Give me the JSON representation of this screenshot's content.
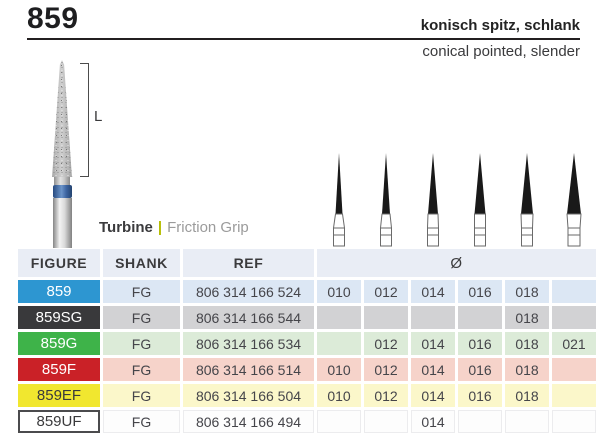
{
  "header": {
    "figure_number": "859",
    "name_de": "konisch spitz, schlank",
    "name_en": "conical pointed, slender"
  },
  "illustration": {
    "length_label": "L"
  },
  "grip": {
    "bold": "Turbine",
    "separator": "|",
    "light": "Friction Grip",
    "separator_color": "#b5bd00"
  },
  "table": {
    "headers": {
      "figure": "FIGURE",
      "shank": "SHANK",
      "ref": "REF",
      "diameter": "Ø"
    },
    "rows": [
      {
        "figure": "859",
        "shank": "FG",
        "ref": "806 314 166 524",
        "diameters": [
          "010",
          "012",
          "014",
          "016",
          "018",
          ""
        ],
        "colors": {
          "figure_bg": "#2d96d1",
          "figure_text": "#ffffff",
          "cell_bg": "#dce7f4"
        }
      },
      {
        "figure": "859SG",
        "shank": "FG",
        "ref": "806 314 166 544",
        "diameters": [
          "",
          "",
          "",
          "",
          "018",
          ""
        ],
        "colors": {
          "figure_bg": "#39393b",
          "figure_text": "#ffffff",
          "cell_bg": "#d2d2d4"
        }
      },
      {
        "figure": "859G",
        "shank": "FG",
        "ref": "806 314 166 534",
        "diameters": [
          "",
          "012",
          "014",
          "016",
          "018",
          "021"
        ],
        "colors": {
          "figure_bg": "#3eb349",
          "figure_text": "#ffffff",
          "cell_bg": "#dcebd8"
        }
      },
      {
        "figure": "859F",
        "shank": "FG",
        "ref": "806 314 166 514",
        "diameters": [
          "010",
          "012",
          "014",
          "016",
          "018",
          ""
        ],
        "colors": {
          "figure_bg": "#ca2127",
          "figure_text": "#ffffff",
          "cell_bg": "#f6d3ca"
        }
      },
      {
        "figure": "859EF",
        "shank": "FG",
        "ref": "806 314 166 504",
        "diameters": [
          "010",
          "012",
          "014",
          "016",
          "018",
          ""
        ],
        "colors": {
          "figure_bg": "#f1e72f",
          "figure_text": "#3a3a3c",
          "cell_bg": "#fbf7ca"
        }
      },
      {
        "figure": "859UF",
        "shank": "FG",
        "ref": "806 314 166 494",
        "diameters": [
          "",
          "",
          "014",
          "",
          "",
          ""
        ],
        "colors": {
          "figure_bg": "#ffffff",
          "figure_text": "#3a3a3c",
          "cell_bg": "#fdfdfd",
          "figure_border": "#4b4b4d",
          "cell_border": "#ececee"
        }
      }
    ]
  }
}
